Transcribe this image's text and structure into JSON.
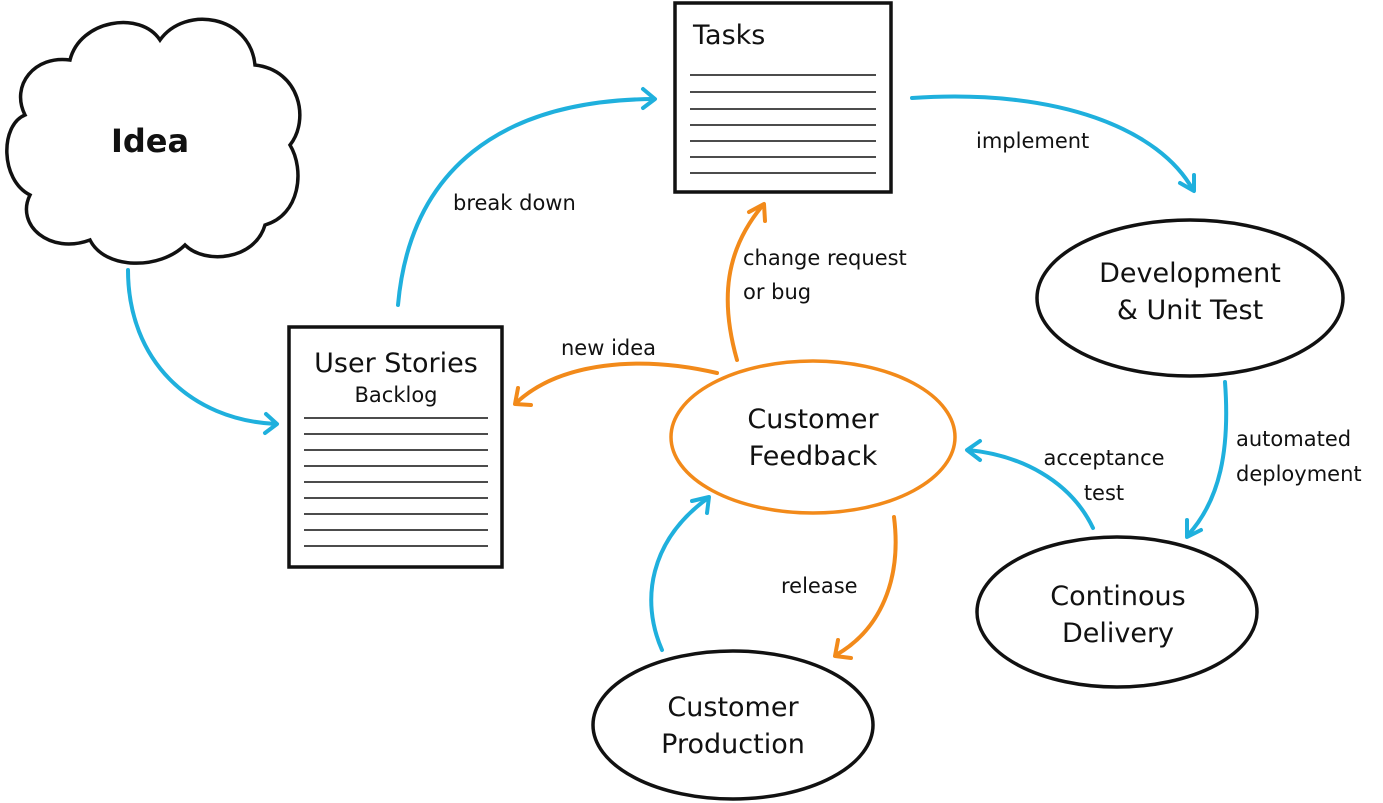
{
  "colors": {
    "blue": "#1fb0dd",
    "orange": "#f28a1a",
    "ink": "#111111"
  },
  "nodes": {
    "idea": {
      "label": "Idea",
      "shape": "cloud"
    },
    "tasks": {
      "label": "Tasks",
      "shape": "document"
    },
    "user_stories": {
      "title": "User Stories",
      "subtitle": "Backlog",
      "shape": "document"
    },
    "customer_feedback": {
      "line1": "Customer",
      "line2": "Feedback",
      "shape": "ellipse"
    },
    "development": {
      "line1": "Development",
      "line2": "& Unit Test",
      "shape": "ellipse"
    },
    "continuous_delivery": {
      "line1": "Continous",
      "line2": "Delivery",
      "shape": "ellipse"
    },
    "customer_production": {
      "line1": "Customer",
      "line2": "Production",
      "shape": "ellipse"
    }
  },
  "edges": {
    "idea_to_backlog": {
      "label": "",
      "color": "blue"
    },
    "break_down": {
      "label": "break down",
      "color": "blue"
    },
    "implement": {
      "label": "implement",
      "color": "blue"
    },
    "automated_deployment": {
      "line1": "automated",
      "line2": "deployment",
      "color": "blue"
    },
    "acceptance_test": {
      "line1": "acceptance",
      "line2": "test",
      "color": "blue"
    },
    "release": {
      "label": "release",
      "color": "orange"
    },
    "production_to_feedback": {
      "label": "",
      "color": "blue"
    },
    "new_idea": {
      "label": "new idea",
      "color": "orange"
    },
    "change_request": {
      "line1": "change request",
      "line2": "or bug",
      "color": "orange"
    }
  }
}
